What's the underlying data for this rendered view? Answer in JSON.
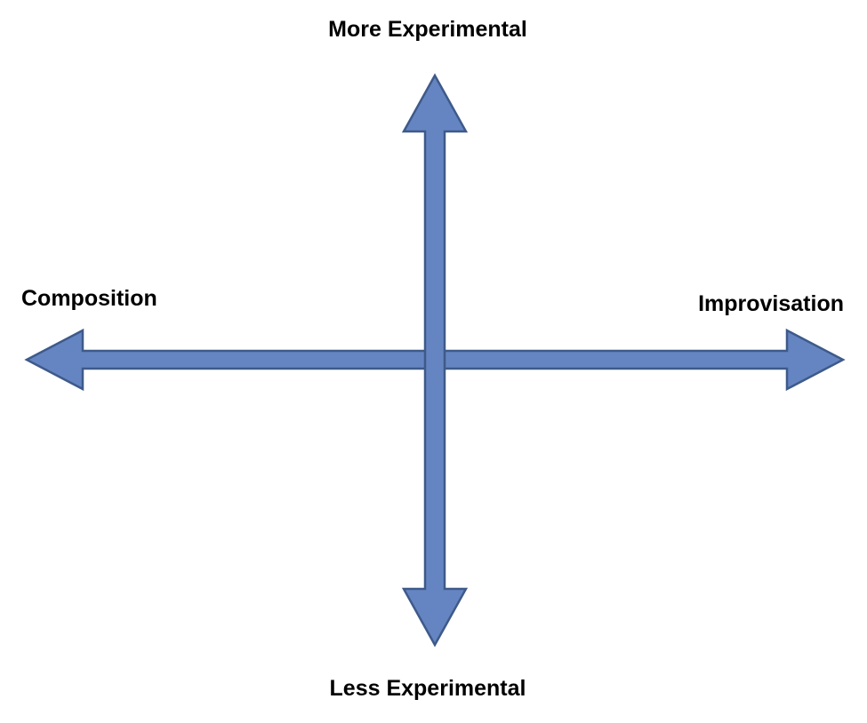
{
  "labels": {
    "top": "More Experimental",
    "bottom": "Less Experimental",
    "left": "Composition",
    "right": "Improvisation"
  },
  "colors": {
    "arrow_fill": "#6585c2",
    "arrow_stroke": "#3e5a8a",
    "text": "#000000",
    "background": "#ffffff"
  }
}
